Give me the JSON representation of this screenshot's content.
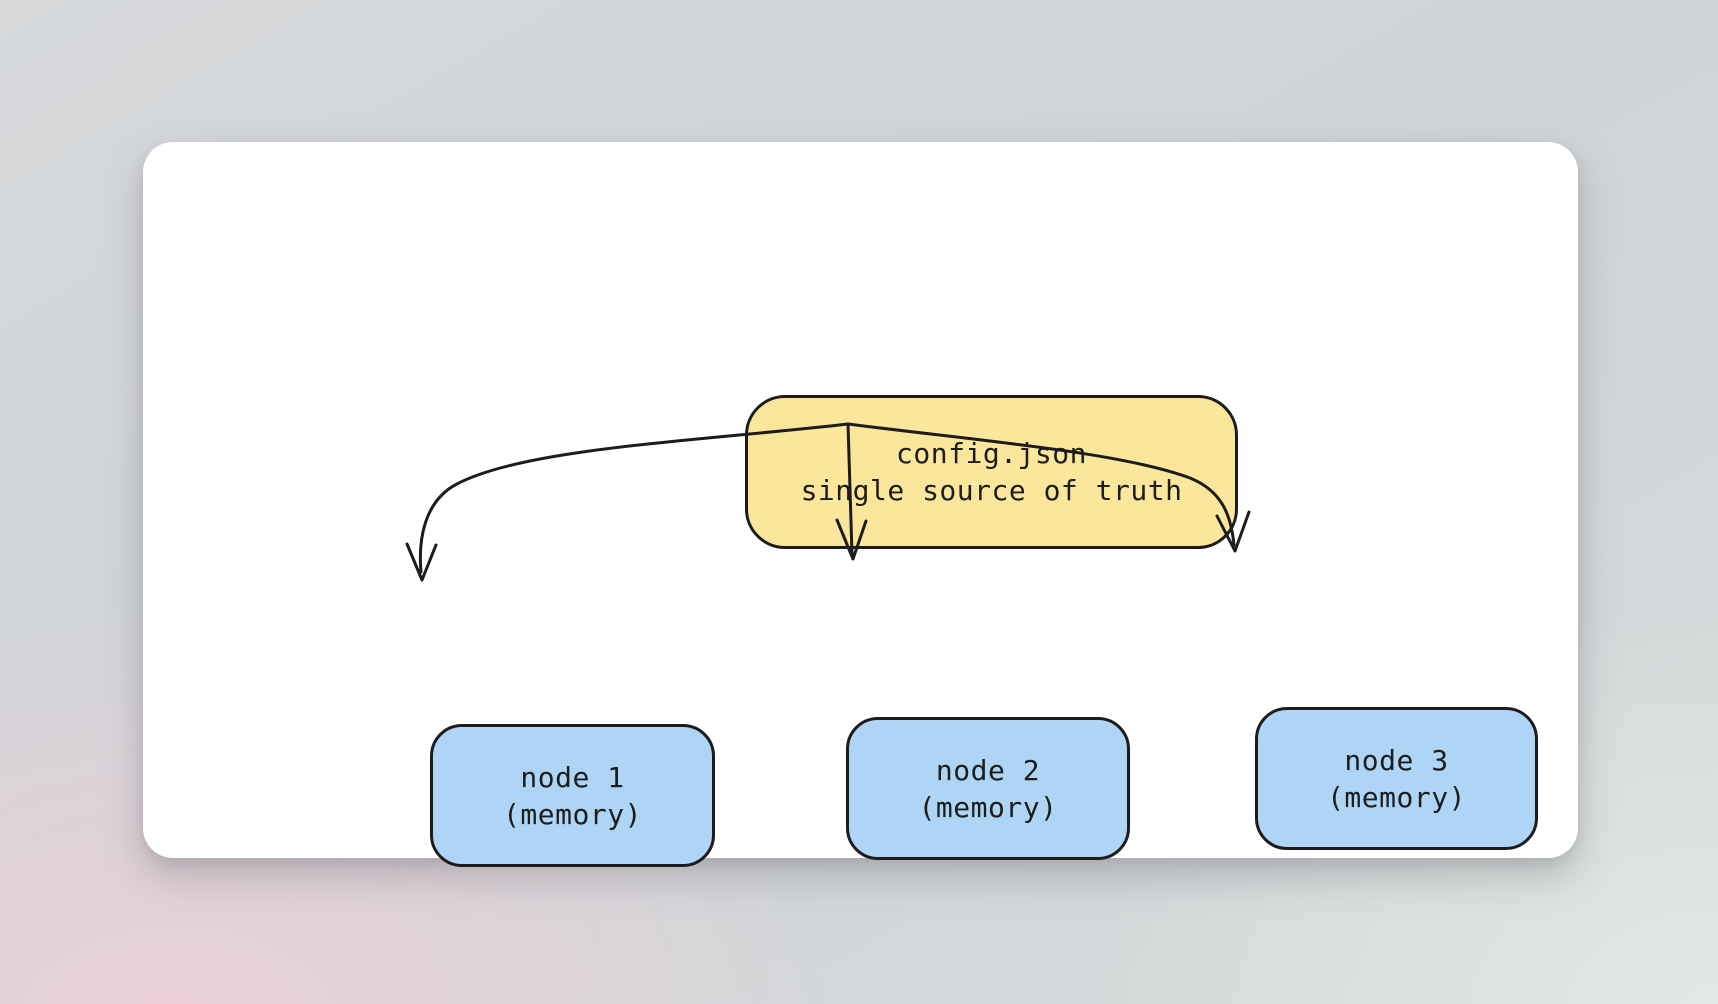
{
  "diagram": {
    "root": {
      "line1": "config.json",
      "line2": "single source of truth"
    },
    "nodes": [
      {
        "line1": "node 1",
        "line2": "(memory)"
      },
      {
        "line1": "node 2",
        "line2": "(memory)"
      },
      {
        "line1": "node 3",
        "line2": "(memory)"
      }
    ],
    "colors": {
      "root_fill": "#fbe79c",
      "node_fill": "#aed5f6",
      "stroke": "#1c1c1c",
      "text": "#1d1d1d",
      "card_bg": "#ffffff"
    }
  }
}
